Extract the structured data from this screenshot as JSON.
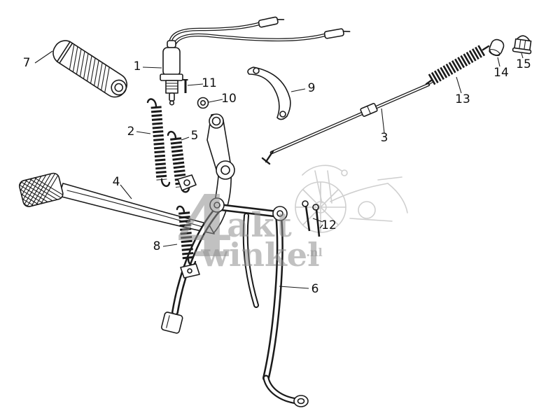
{
  "diagram": {
    "type": "exploded-parts-diagram",
    "labels": [
      "1",
      "2",
      "3",
      "4",
      "5",
      "6",
      "7",
      "8",
      "9",
      "10",
      "11",
      "12",
      "13",
      "14",
      "15"
    ],
    "watermark": {
      "big": "4",
      "mid": "akt",
      "bottom": "winkel",
      "suffix": ".nl"
    },
    "colors": {
      "line": "#1a1a1a",
      "watermark": "#8f8f8f",
      "sketch": "#cfcfcf",
      "background": "#ffffff"
    }
  }
}
